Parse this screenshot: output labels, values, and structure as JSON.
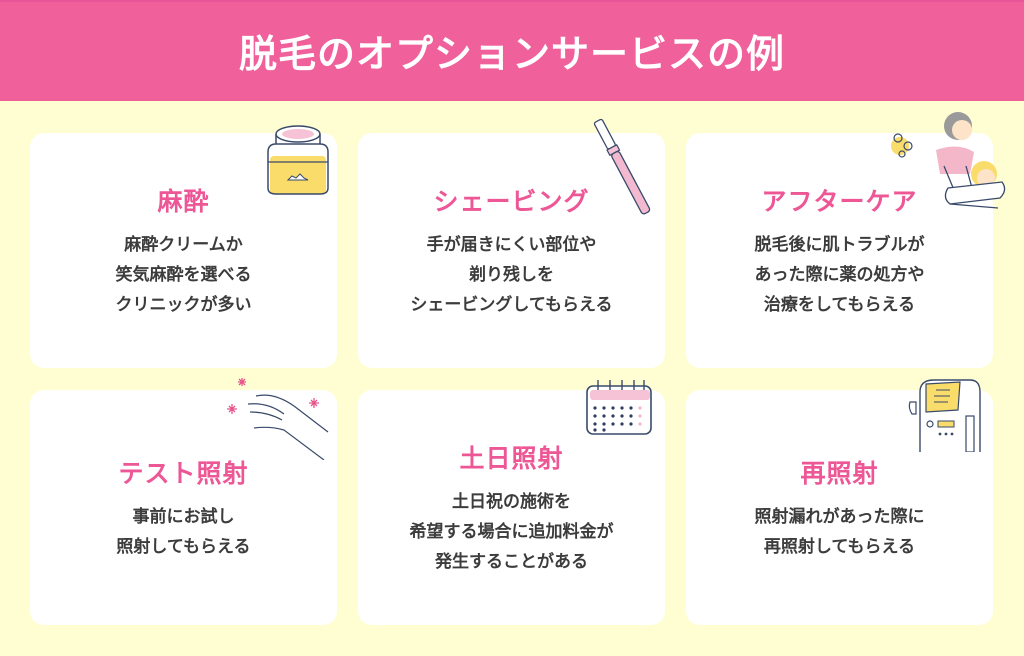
{
  "header": {
    "title": "脱毛のオプションサービスの例"
  },
  "colors": {
    "background": "#fffed2",
    "header_bg": "#f0609b",
    "card_bg": "#ffffff",
    "title_pink": "#ed5796",
    "body_text": "#3c3c3c"
  },
  "cards": [
    {
      "title": "麻酔",
      "icon": "cream-jar-icon",
      "lines": [
        "麻酔クリームか",
        "笑気麻酔を選べる",
        "クリニックが多い"
      ]
    },
    {
      "title": "シェービング",
      "icon": "razor-icon",
      "lines": [
        "手が届きにくい部位や",
        "剃り残しを",
        "シェービングしてもらえる"
      ]
    },
    {
      "title": "アフターケア",
      "icon": "treatment-care-icon",
      "lines": [
        "脱毛後に肌トラブルが",
        "あった際に薬の処方や",
        "治療をしてもらえる"
      ]
    },
    {
      "title": "テスト照射",
      "icon": "sparkling-hand-icon",
      "lines": [
        "事前にお試し",
        "照射してもらえる"
      ]
    },
    {
      "title": "土日照射",
      "icon": "calendar-icon",
      "lines": [
        "土日祝の施術を",
        "希望する場合に追加料金が",
        "発生することがある"
      ]
    },
    {
      "title": "再照射",
      "icon": "laser-machine-icon",
      "lines": [
        "照射漏れがあった際に",
        "再照射してもらえる"
      ]
    }
  ]
}
